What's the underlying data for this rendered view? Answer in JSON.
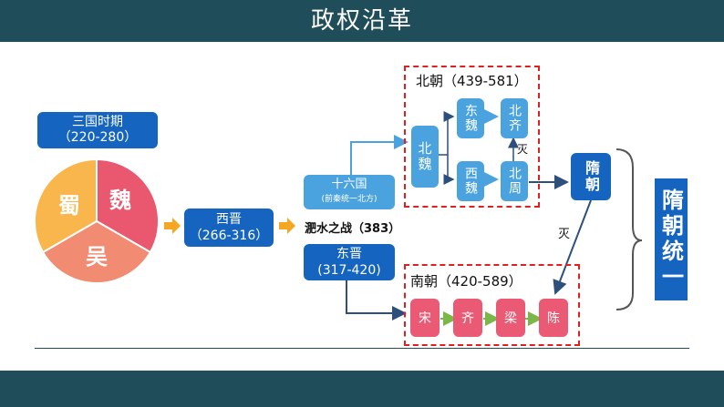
{
  "header": {
    "title": "政权沿革"
  },
  "three_kingdoms": {
    "title": "三国时期",
    "years": "（220-280）",
    "wei": "魏",
    "shu": "蜀",
    "wu": "吴"
  },
  "western_jin": {
    "name": "西晋",
    "years": "（266-316）"
  },
  "battle": {
    "label": "淝水之战（383）"
  },
  "sixteen_kingdoms": {
    "name": "十六国",
    "note": "(前秦统一北方)"
  },
  "eastern_jin": {
    "name": "东晋",
    "years": "(317-420)"
  },
  "northern": {
    "title": "北朝（439-581）",
    "bei_wei": "北魏",
    "dong_wei": "东魏",
    "xi_wei": "西魏",
    "bei_qi": "北齐",
    "bei_zhou": "北周",
    "destroy": "灭"
  },
  "southern": {
    "title": "南朝（420-589）",
    "song": "宋",
    "qi": "齐",
    "liang": "梁",
    "chen": "陈"
  },
  "sui": {
    "name": "隋朝",
    "destroy": "灭",
    "unify": "隋朝统一"
  },
  "colors": {
    "header": "#1f4e5a",
    "dark_blue": "#1565c0",
    "light_blue": "#4aa3df",
    "pink": "#ea5a74",
    "wei": "#e9586e",
    "shu": "#f8b64c",
    "wu": "#f18b72",
    "orange_arrow": "#f5a623",
    "red_dashed": "#e02020"
  }
}
